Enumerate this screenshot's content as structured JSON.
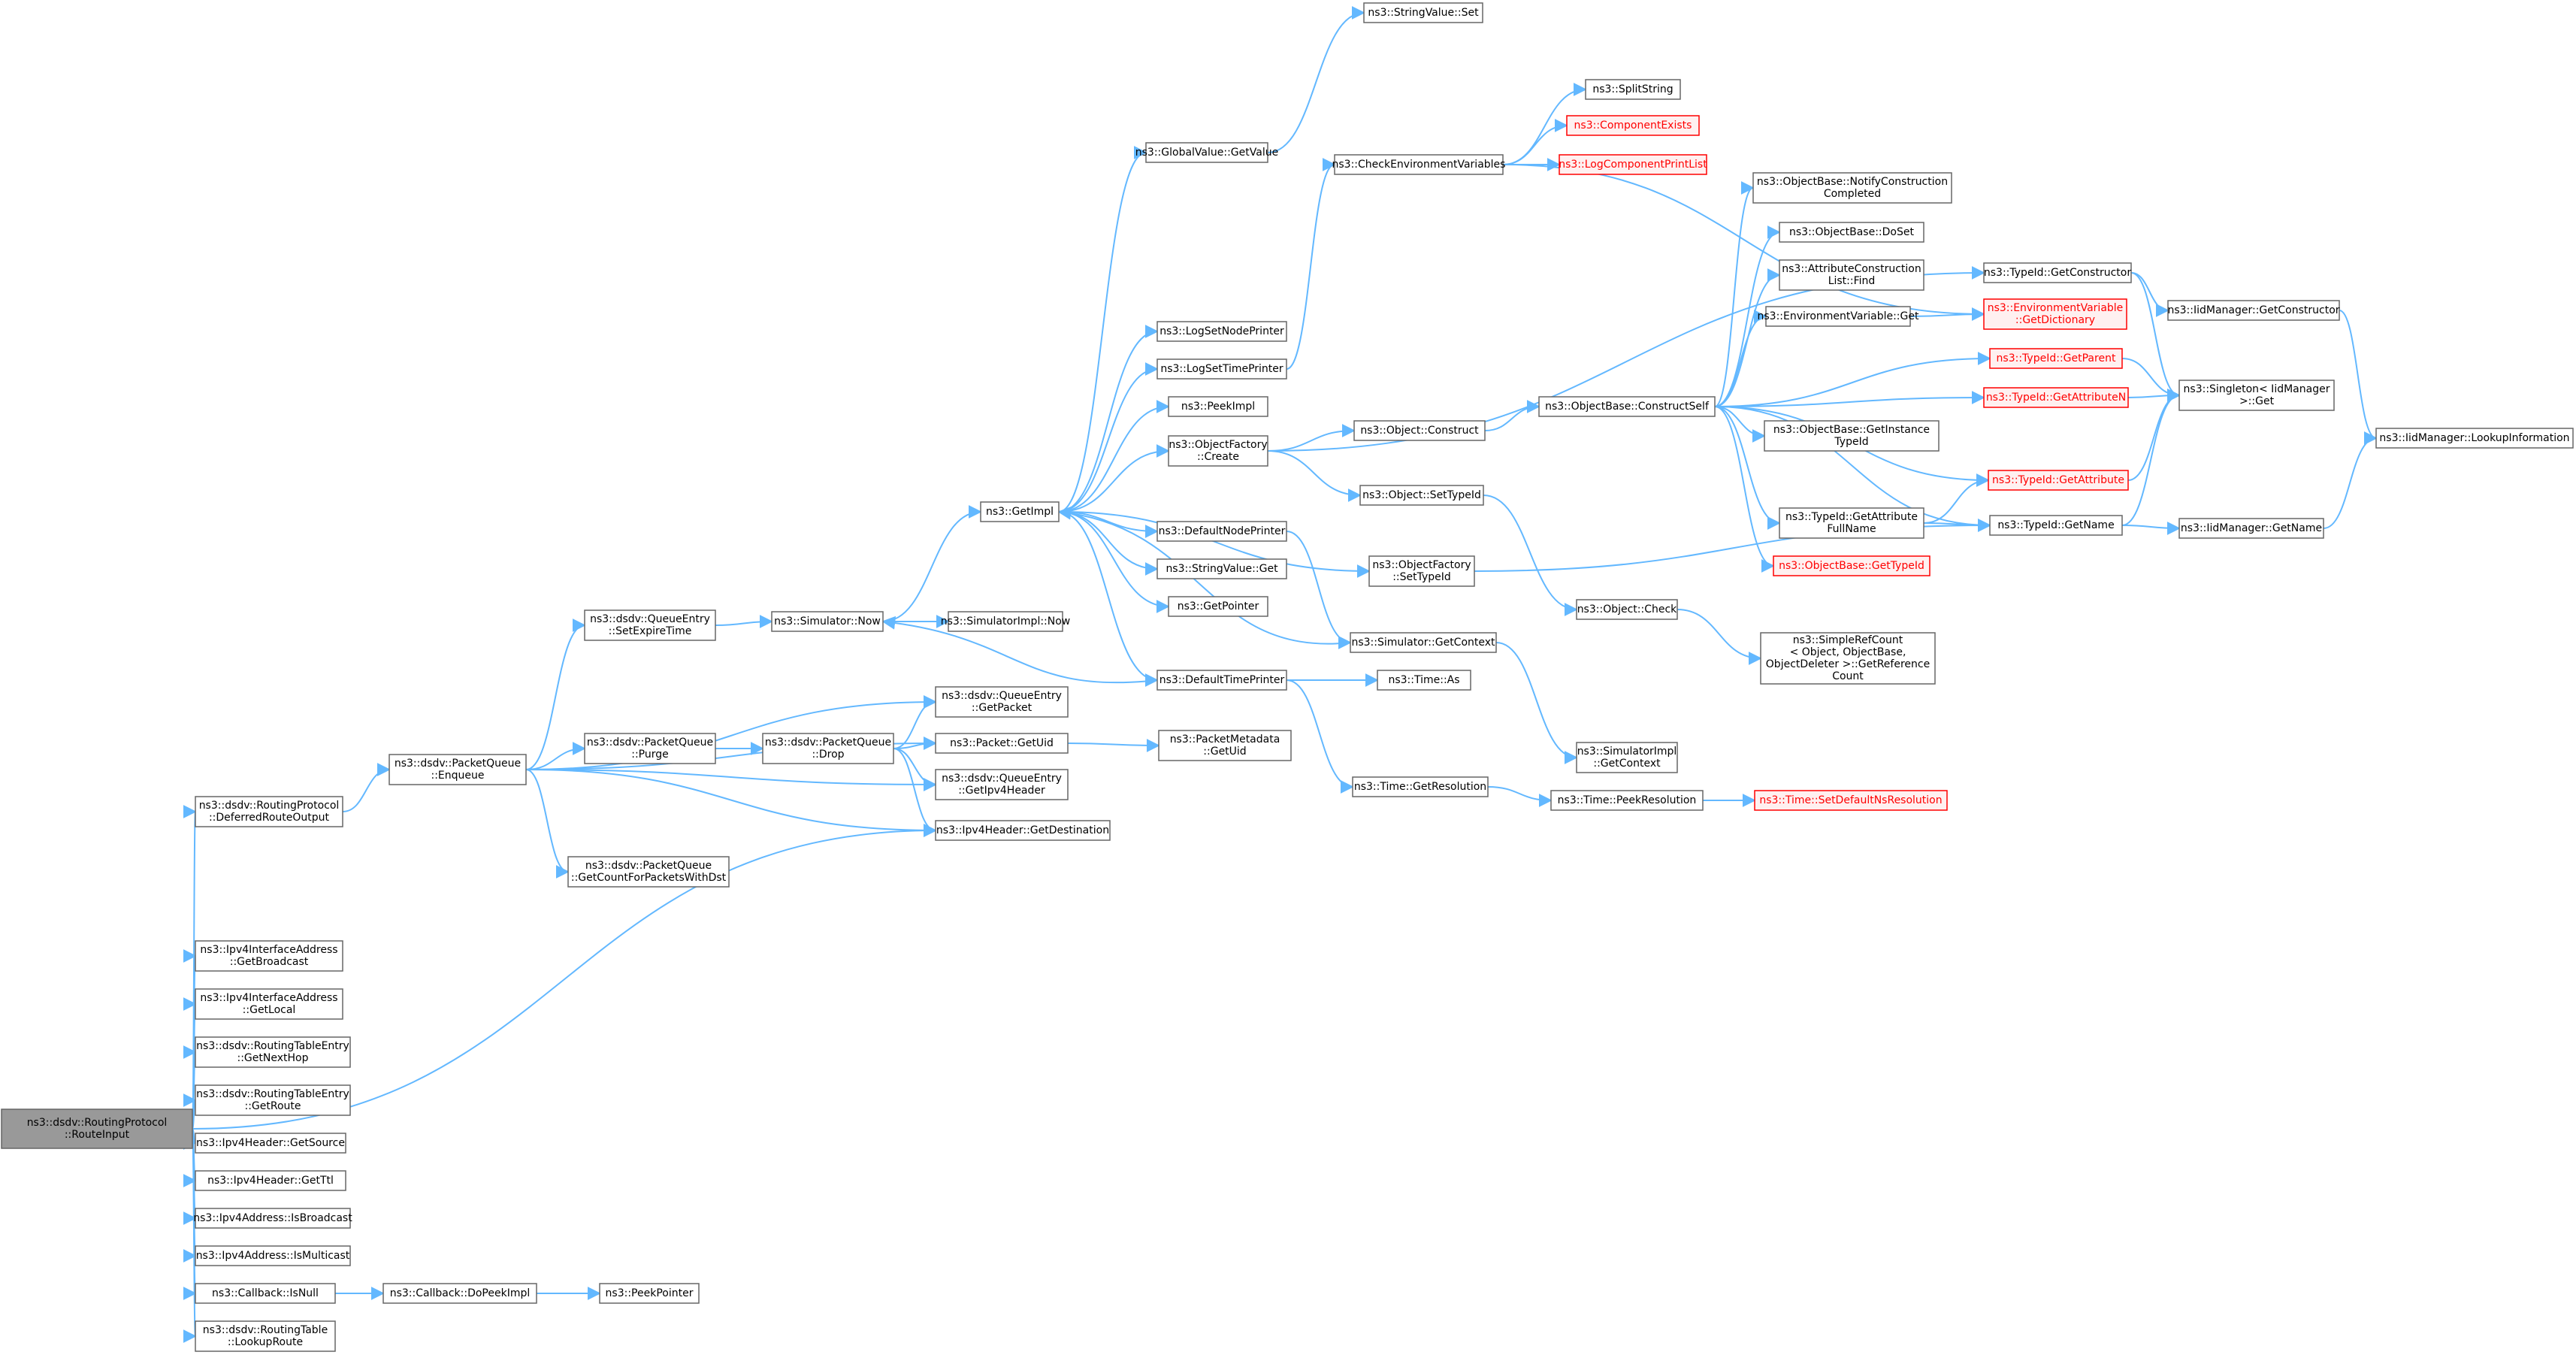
{
  "nodes": [
    {
      "id": "root",
      "lines": [
        "ns3::dsdv::RoutingProtocol",
        "::RouteInput"
      ],
      "style": "root"
    },
    {
      "id": "deferred",
      "lines": [
        "ns3::dsdv::RoutingProtocol",
        "::DeferredRouteOutput"
      ]
    },
    {
      "id": "getbroadcast",
      "lines": [
        "ns3::Ipv4InterfaceAddress",
        "::GetBroadcast"
      ]
    },
    {
      "id": "getlocal",
      "lines": [
        "ns3::Ipv4InterfaceAddress",
        "::GetLocal"
      ]
    },
    {
      "id": "getnexthop",
      "lines": [
        "ns3::dsdv::RoutingTableEntry",
        "::GetNextHop"
      ]
    },
    {
      "id": "getroute",
      "lines": [
        "ns3::dsdv::RoutingTableEntry",
        "::GetRoute"
      ]
    },
    {
      "id": "getsource",
      "lines": [
        "ns3::Ipv4Header::GetSource"
      ]
    },
    {
      "id": "getttl",
      "lines": [
        "ns3::Ipv4Header::GetTtl"
      ]
    },
    {
      "id": "isbroadcast",
      "lines": [
        "ns3::Ipv4Address::IsBroadcast"
      ]
    },
    {
      "id": "ismulticast",
      "lines": [
        "ns3::Ipv4Address::IsMulticast"
      ]
    },
    {
      "id": "isnull",
      "lines": [
        "ns3::Callback::IsNull"
      ]
    },
    {
      "id": "lookuproute",
      "lines": [
        "ns3::dsdv::RoutingTable",
        "::LookupRoute"
      ]
    },
    {
      "id": "dopeekimpl",
      "lines": [
        "ns3::Callback::DoPeekImpl"
      ]
    },
    {
      "id": "peekpointer",
      "lines": [
        "ns3::PeekPointer"
      ]
    },
    {
      "id": "enqueue",
      "lines": [
        "ns3::dsdv::PacketQueue",
        "::Enqueue"
      ]
    },
    {
      "id": "setexpire",
      "lines": [
        "ns3::dsdv::QueueEntry",
        "::SetExpireTime"
      ]
    },
    {
      "id": "purge",
      "lines": [
        "ns3::dsdv::PacketQueue",
        "::Purge"
      ]
    },
    {
      "id": "getcount",
      "lines": [
        "ns3::dsdv::PacketQueue",
        "::GetCountForPacketsWithDst"
      ]
    },
    {
      "id": "drop",
      "lines": [
        "ns3::dsdv::PacketQueue",
        "::Drop"
      ]
    },
    {
      "id": "simnow",
      "lines": [
        "ns3::Simulator::Now"
      ]
    },
    {
      "id": "qegetpacket",
      "lines": [
        "ns3::dsdv::QueueEntry",
        "::GetPacket"
      ]
    },
    {
      "id": "packetgetuid",
      "lines": [
        "ns3::Packet::GetUid"
      ]
    },
    {
      "id": "qegetipv4",
      "lines": [
        "ns3::dsdv::QueueEntry",
        "::GetIpv4Header"
      ]
    },
    {
      "id": "getdest",
      "lines": [
        "ns3::Ipv4Header::GetDestination"
      ]
    },
    {
      "id": "simimplnow",
      "lines": [
        "ns3::SimulatorImpl::Now"
      ]
    },
    {
      "id": "getimpl",
      "lines": [
        "ns3::GetImpl"
      ]
    },
    {
      "id": "pmgetuid",
      "lines": [
        "ns3::PacketMetadata",
        "::GetUid"
      ]
    },
    {
      "id": "gvgetvalue",
      "lines": [
        "ns3::GlobalValue::GetValue"
      ]
    },
    {
      "id": "logsetnode",
      "lines": [
        "ns3::LogSetNodePrinter"
      ]
    },
    {
      "id": "logsettime",
      "lines": [
        "ns3::LogSetTimePrinter"
      ]
    },
    {
      "id": "peekimpl",
      "lines": [
        "ns3::PeekImpl"
      ]
    },
    {
      "id": "ofcreate",
      "lines": [
        "ns3::ObjectFactory",
        "::Create"
      ]
    },
    {
      "id": "defnodeprinter",
      "lines": [
        "ns3::DefaultNodePrinter"
      ]
    },
    {
      "id": "stringvalueget",
      "lines": [
        "ns3::StringValue::Get"
      ]
    },
    {
      "id": "getpointer",
      "lines": [
        "ns3::GetPointer"
      ]
    },
    {
      "id": "deftimeprinter",
      "lines": [
        "ns3::DefaultTimePrinter"
      ]
    },
    {
      "id": "stringvalueset",
      "lines": [
        "ns3::StringValue::Set"
      ]
    },
    {
      "id": "checkenv",
      "lines": [
        "ns3::CheckEnvironmentVariables"
      ]
    },
    {
      "id": "objconstruct",
      "lines": [
        "ns3::Object::Construct"
      ]
    },
    {
      "id": "objsettypeid",
      "lines": [
        "ns3::Object::SetTypeId"
      ]
    },
    {
      "id": "ofsettypeid",
      "lines": [
        "ns3::ObjectFactory",
        "::SetTypeId"
      ]
    },
    {
      "id": "simgetcontext",
      "lines": [
        "ns3::Simulator::GetContext"
      ]
    },
    {
      "id": "timeas",
      "lines": [
        "ns3::Time::As"
      ]
    },
    {
      "id": "timegetres",
      "lines": [
        "ns3::Time::GetResolution"
      ]
    },
    {
      "id": "splitstring",
      "lines": [
        "ns3::SplitString"
      ]
    },
    {
      "id": "compexists",
      "lines": [
        "ns3::ComponentExists"
      ],
      "style": "red"
    },
    {
      "id": "logcompprint",
      "lines": [
        "ns3::LogComponentPrintList"
      ],
      "style": "red"
    },
    {
      "id": "obconstructself",
      "lines": [
        "ns3::ObjectBase::ConstructSelf"
      ]
    },
    {
      "id": "objcheck",
      "lines": [
        "ns3::Object::Check"
      ]
    },
    {
      "id": "simimplgetcontext",
      "lines": [
        "ns3::SimulatorImpl",
        "::GetContext"
      ]
    },
    {
      "id": "timepeekres",
      "lines": [
        "ns3::Time::PeekResolution"
      ]
    },
    {
      "id": "notifyconstr",
      "lines": [
        "ns3::ObjectBase::NotifyConstruction",
        "Completed"
      ]
    },
    {
      "id": "obdoset",
      "lines": [
        "ns3::ObjectBase::DoSet"
      ]
    },
    {
      "id": "attrconstrfind",
      "lines": [
        "ns3::AttributeConstruction",
        "List::Find"
      ]
    },
    {
      "id": "envvarget",
      "lines": [
        "ns3::EnvironmentVariable::Get"
      ]
    },
    {
      "id": "obgetinstance",
      "lines": [
        "ns3::ObjectBase::GetInstance",
        "TypeId"
      ]
    },
    {
      "id": "tidgetattrfull",
      "lines": [
        "ns3::TypeId::GetAttribute",
        "FullName"
      ]
    },
    {
      "id": "obgettypeid",
      "lines": [
        "ns3::ObjectBase::GetTypeId"
      ],
      "style": "red"
    },
    {
      "id": "simplerefcount",
      "lines": [
        "ns3::SimpleRefCount",
        "< Object, ObjectBase,",
        "ObjectDeleter >::GetReference",
        "Count"
      ]
    },
    {
      "id": "setdefaultnsres",
      "lines": [
        "ns3::Time::SetDefaultNsResolution"
      ],
      "style": "red"
    },
    {
      "id": "tidgetconstructor",
      "lines": [
        "ns3::TypeId::GetConstructor"
      ]
    },
    {
      "id": "envgetdict",
      "lines": [
        "ns3::EnvironmentVariable",
        "::GetDictionary"
      ],
      "style": "red"
    },
    {
      "id": "tidgetparent",
      "lines": [
        "ns3::TypeId::GetParent"
      ],
      "style": "red"
    },
    {
      "id": "tidgetattrn",
      "lines": [
        "ns3::TypeId::GetAttributeN"
      ],
      "style": "red"
    },
    {
      "id": "tidgetattr",
      "lines": [
        "ns3::TypeId::GetAttribute"
      ],
      "style": "red"
    },
    {
      "id": "tidgetname",
      "lines": [
        "ns3::TypeId::GetName"
      ]
    },
    {
      "id": "iidgetconstructor",
      "lines": [
        "ns3::IidManager::GetConstructor"
      ]
    },
    {
      "id": "singletonget",
      "lines": [
        "ns3::Singleton< IidManager",
        " >::Get"
      ]
    },
    {
      "id": "iidgetname",
      "lines": [
        "ns3::IidManager::GetName"
      ]
    },
    {
      "id": "iidlookup",
      "lines": [
        "ns3::IidManager::LookupInformation"
      ]
    }
  ]
}
